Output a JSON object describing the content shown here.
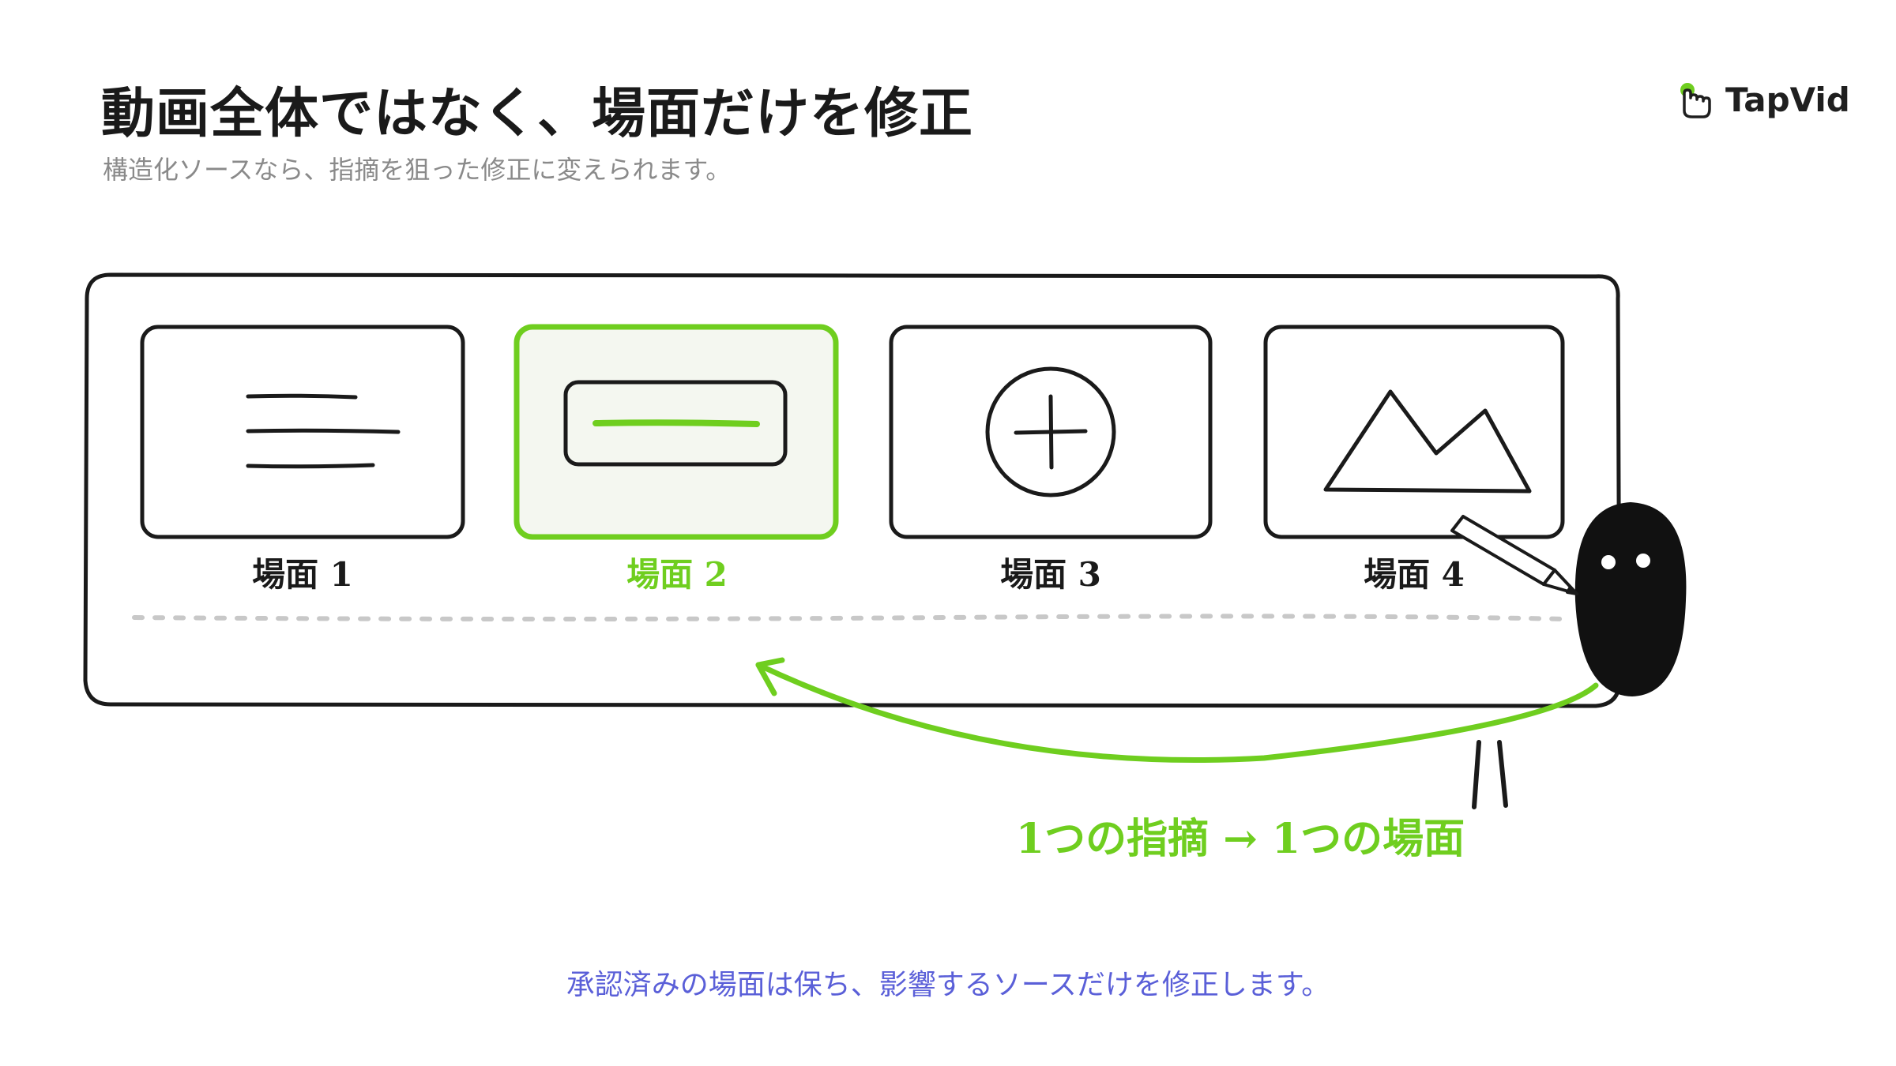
{
  "header": {
    "title": "動画全体ではなく、場面だけを修正",
    "subtitle": "構造化ソースなら、指摘を狙った修正に変えられます。"
  },
  "logo": {
    "text": "TapVid",
    "icon": "pointer-hand-icon"
  },
  "scenes": [
    {
      "label": "場面 1",
      "icon": "text-lines-icon",
      "highlighted": false
    },
    {
      "label": "場面 2",
      "icon": "text-field-icon",
      "highlighted": true
    },
    {
      "label": "場面 3",
      "icon": "plus-circle-icon",
      "highlighted": false
    },
    {
      "label": "場面 4",
      "icon": "mountain-image-icon",
      "highlighted": false
    }
  ],
  "annotation": {
    "rule": "1つの指摘 → 1つの場面"
  },
  "footer": {
    "text": "承認済みの場面は保ち、影響するソースだけを修正します。"
  },
  "colors": {
    "accent": "#6fce1f",
    "ink": "#1a1a1a",
    "footer": "#5a5fd8",
    "highlight_fill": "#f4f7f0"
  }
}
